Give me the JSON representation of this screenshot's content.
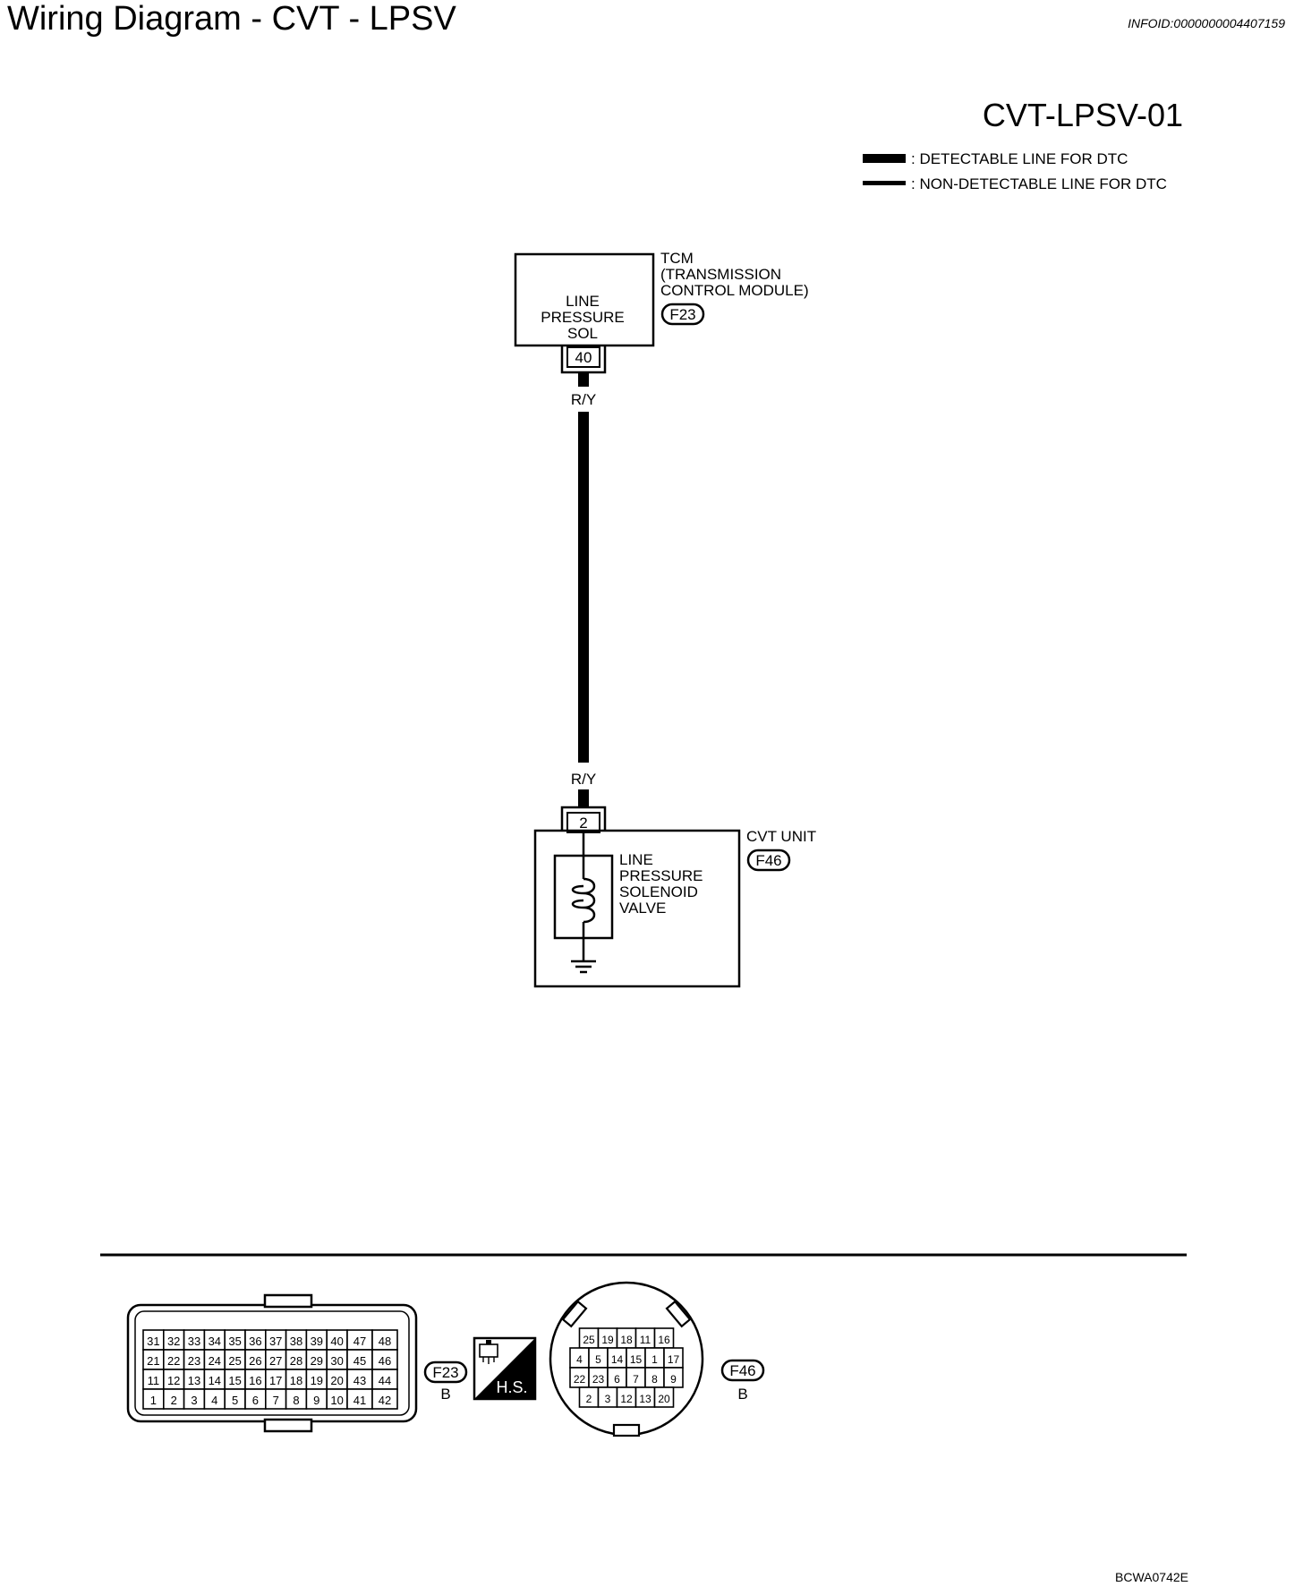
{
  "title": "Wiring Diagram - CVT - LPSV",
  "info_id": "INFOID:0000000004407159",
  "diagram_id": "CVT-LPSV-01",
  "legend": {
    "detectable": ": DETECTABLE LINE FOR DTC",
    "non_detectable": ": NON-DETECTABLE LINE FOR DTC"
  },
  "tcm": {
    "lines": [
      "TCM",
      "(TRANSMISSION",
      "CONTROL MODULE)"
    ],
    "connector": "F23",
    "internal_lines": [
      "LINE",
      "PRESSURE",
      "SOL"
    ],
    "pin": "40"
  },
  "wire": {
    "color_top": "R/Y",
    "color_bottom": "R/Y"
  },
  "cvt_unit": {
    "label": "CVT UNIT",
    "connector": "F46",
    "internal_lines": [
      "LINE",
      "PRESSURE",
      "SOLENOID",
      "VALVE"
    ],
    "pin": "2"
  },
  "connector_f23": {
    "id": "F23",
    "color": "B",
    "rows": [
      [
        "31",
        "32",
        "33",
        "34",
        "35",
        "36",
        "37",
        "38",
        "39",
        "40",
        "47",
        "48"
      ],
      [
        "21",
        "22",
        "23",
        "24",
        "25",
        "26",
        "27",
        "28",
        "29",
        "30",
        "45",
        "46"
      ],
      [
        "11",
        "12",
        "13",
        "14",
        "15",
        "16",
        "17",
        "18",
        "19",
        "20",
        "43",
        "44"
      ],
      [
        "1",
        "2",
        "3",
        "4",
        "5",
        "6",
        "7",
        "8",
        "9",
        "10",
        "41",
        "42"
      ]
    ]
  },
  "hs_badge": "H.S.",
  "connector_f46": {
    "id": "F46",
    "color": "B",
    "rows": [
      [
        "25",
        "19",
        "18",
        "11",
        "16"
      ],
      [
        "4",
        "5",
        "14",
        "15",
        "1",
        "17"
      ],
      [
        "22",
        "23",
        "6",
        "7",
        "8",
        "9"
      ],
      [
        "2",
        "3",
        "12",
        "13",
        "20"
      ]
    ]
  },
  "figure_code": "BCWA0742E"
}
